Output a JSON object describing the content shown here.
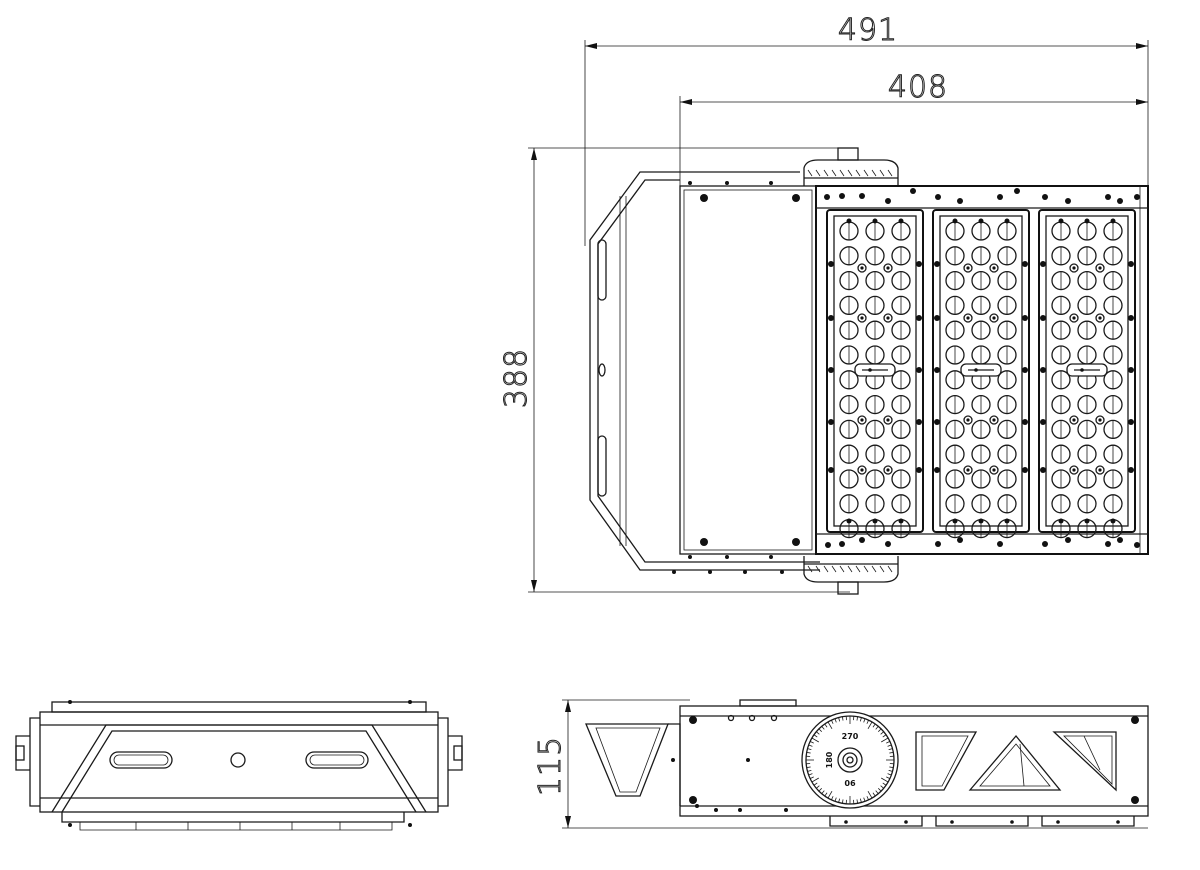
{
  "dimensions": {
    "overall_width": "491",
    "body_width": "408",
    "height": "388",
    "depth": "115"
  },
  "dial": {
    "top": "270",
    "left": "180",
    "bottom": "90"
  }
}
